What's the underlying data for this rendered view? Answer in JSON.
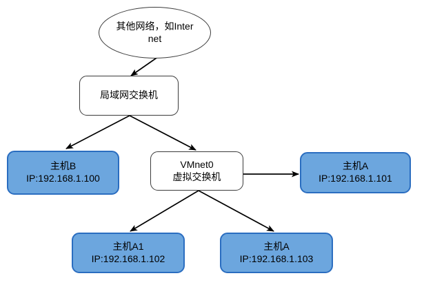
{
  "diagram": {
    "title": "VMnet0 bridged network topology",
    "colors": {
      "host_fill": "#6ca6de",
      "host_border": "#2a6dc0",
      "device_fill": "#ffffff",
      "device_border": "#3a3a3a",
      "edge": "#000000",
      "text": "#000000"
    },
    "nodes": [
      {
        "id": "external-network",
        "shape": "ellipse",
        "lines": [
          "其他网络，如Inter",
          "net"
        ],
        "text": "其他网络，如Internet"
      },
      {
        "id": "lan-switch",
        "shape": "rounded-rect",
        "lines": [
          "局域网交换机"
        ],
        "text": "局域网交换机"
      },
      {
        "id": "host-b",
        "shape": "rounded-rect",
        "lines": [
          "主机B",
          "IP:192.168.1.100"
        ],
        "name": "主机B",
        "ip": "IP:192.168.1.100"
      },
      {
        "id": "vmnet0-switch",
        "shape": "rounded-rect",
        "lines": [
          "VMnet0",
          "虚拟交换机"
        ],
        "name": "VMnet0",
        "role": "虚拟交换机"
      },
      {
        "id": "host-a-101",
        "shape": "rounded-rect",
        "lines": [
          "主机A",
          "IP:192.168.1.101"
        ],
        "name": "主机A",
        "ip": "IP:192.168.1.101"
      },
      {
        "id": "host-a1-102",
        "shape": "rounded-rect",
        "lines": [
          "主机A1",
          "IP:192.168.1.102"
        ],
        "name": "主机A1",
        "ip": "IP:192.168.1.102"
      },
      {
        "id": "host-a-103",
        "shape": "rounded-rect",
        "lines": [
          "主机A",
          "IP:192.168.1.103"
        ],
        "name": "主机A",
        "ip": "IP:192.168.1.103"
      }
    ],
    "edges": [
      {
        "from": "external-network",
        "to": "lan-switch",
        "arrow": "end"
      },
      {
        "from": "lan-switch",
        "to": "host-b",
        "arrow": "end"
      },
      {
        "from": "lan-switch",
        "to": "vmnet0-switch",
        "arrow": "end"
      },
      {
        "from": "vmnet0-switch",
        "to": "host-a-101",
        "arrow": "end"
      },
      {
        "from": "vmnet0-switch",
        "to": "host-a1-102",
        "arrow": "end"
      },
      {
        "from": "vmnet0-switch",
        "to": "host-a-103",
        "arrow": "end"
      }
    ]
  }
}
